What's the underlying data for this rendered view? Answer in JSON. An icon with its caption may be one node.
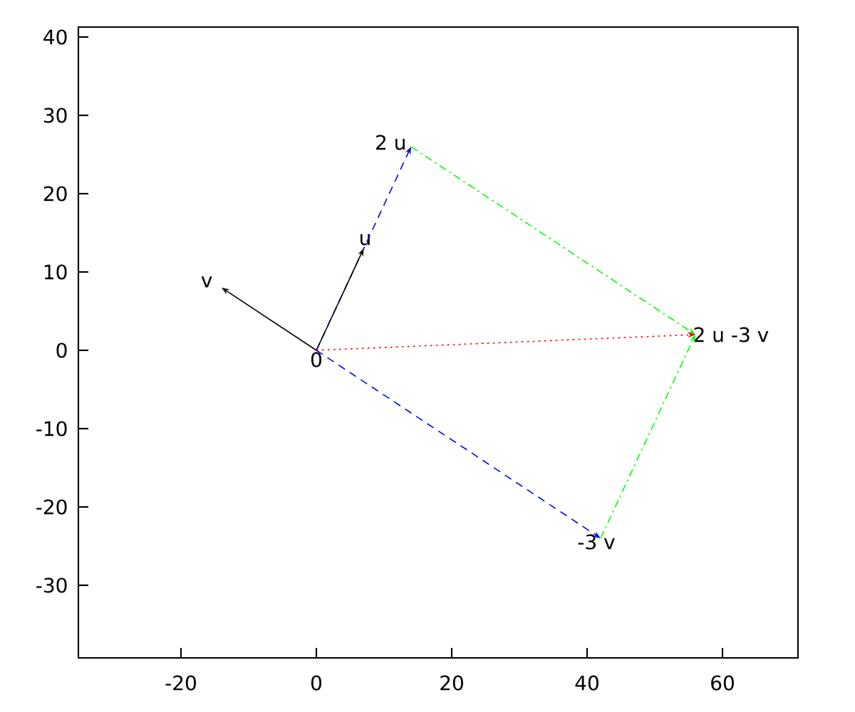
{
  "diagram": {
    "nodes": [
      {
        "text": [
          "0"
        ]
      },
      {
        "text": [
          "u"
        ]
      },
      {
        "text": [
          "v"
        ]
      },
      {
        "text": [
          "2 u"
        ]
      },
      {
        "text": [
          "-3 v"
        ]
      },
      {
        "text": [
          "2 u -3 v"
        ]
      }
    ],
    "edges": [
      {
        "from": 0,
        "to": 3,
        "arrow": "to",
        "style": "dashed",
        "color": "#0000ff"
      },
      {
        "from": 0,
        "to": 4,
        "arrow": "to",
        "style": "dashed",
        "color": "#0000ff"
      },
      {
        "from": 3,
        "to": 5,
        "arrow": "to",
        "style": "dashed",
        "color": "#00ff00"
      },
      {
        "from": 4,
        "to": 5,
        "arrow": "to",
        "style": "dashed",
        "color": "#00ff00"
      },
      {
        "from": 0,
        "to": 5,
        "arrow": "to",
        "style": "dashed",
        "color": "#ff0000"
      },
      {
        "from": 0,
        "to": 1,
        "arrow": "to",
        "color": "#000000"
      },
      {
        "from": 0,
        "to": 2,
        "arrow": "to",
        "color": "#000000"
      }
    ],
    "labels": [
      "40",
      "30",
      "20",
      "10",
      "0",
      "-10",
      "-20",
      "-30",
      "-20",
      "0",
      "20",
      "40",
      "60"
    ]
  }
}
